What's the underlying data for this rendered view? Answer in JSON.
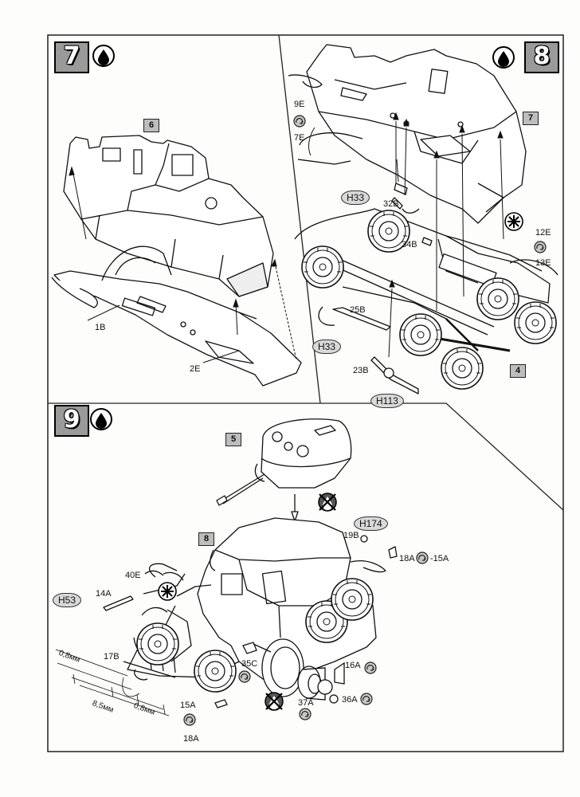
{
  "steps": {
    "s7": {
      "number": "7",
      "ref": "6",
      "parts": {
        "p1B": "1B",
        "p2E": "2E"
      }
    },
    "s8": {
      "number": "8",
      "ref_body": "7",
      "ref_chassis": "4",
      "parts": {
        "p9E": "9E",
        "p7E": "7E",
        "p32B": "32B",
        "p34B": "34B",
        "p25B": "25B",
        "p23B": "23B",
        "p12E": "12E",
        "p13E": "13E"
      },
      "callouts": {
        "h33a": "H33",
        "h33b": "H33",
        "h113": "H113"
      }
    },
    "s9": {
      "number": "9",
      "ref_turret": "5",
      "ref_body": "8",
      "parts": {
        "p19B": "19B",
        "p18A_top": "18A",
        "p15A_top": "-15A",
        "p40E": "40E",
        "p14A": "14A",
        "p17B": "17B",
        "p35C": "35C",
        "p16A": "16A",
        "p37A": "37A",
        "p36A": "36A",
        "p15A_bot": "15A",
        "p18A_bot": "18A"
      },
      "callouts": {
        "h174": "H174",
        "h53": "H53"
      },
      "dims": {
        "d1": "0,8мм",
        "d2": "8,5мм",
        "d3": "0,8мм"
      }
    }
  },
  "icons": [
    "glue-drop-icon",
    "paint-drop-icon",
    "wheel-rotate-icon",
    "no-glue-icon"
  ]
}
